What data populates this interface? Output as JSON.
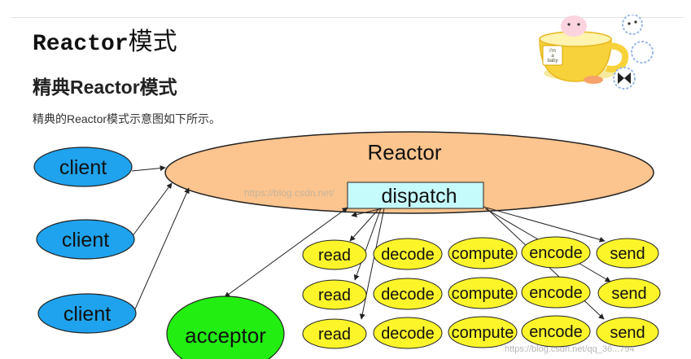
{
  "page": {
    "title_latin": "Reactor",
    "title_cjk": "模式",
    "section_title": "精典Reactor模式",
    "intro": "精典的Reactor模式示意图如下所示。"
  },
  "diagram": {
    "reactor_label": "Reactor",
    "dispatch_label": "dispatch",
    "acceptor_label": "acceptor",
    "clients": [
      "client",
      "client",
      "client"
    ],
    "handler_rows": [
      [
        "read",
        "decode",
        "compute",
        "encode",
        "send"
      ],
      [
        "read",
        "decode",
        "compute",
        "encode",
        "send"
      ],
      [
        "read",
        "decode",
        "compute",
        "encode",
        "send"
      ]
    ],
    "watermark_center": "https://blog.csdn.net/",
    "watermark_corner": "https://blog.csdn.net/qq_36...794"
  },
  "decoration": {
    "mug_text_1": "I'm",
    "mug_text_2": "a",
    "mug_text_3": "baby"
  },
  "colors": {
    "client_fill": "#1fa3ee",
    "reactor_fill": "#fcc48e",
    "dispatch_fill": "#c6fbfb",
    "acceptor_fill": "#22ee11",
    "handler_fill": "#fcf52a"
  }
}
